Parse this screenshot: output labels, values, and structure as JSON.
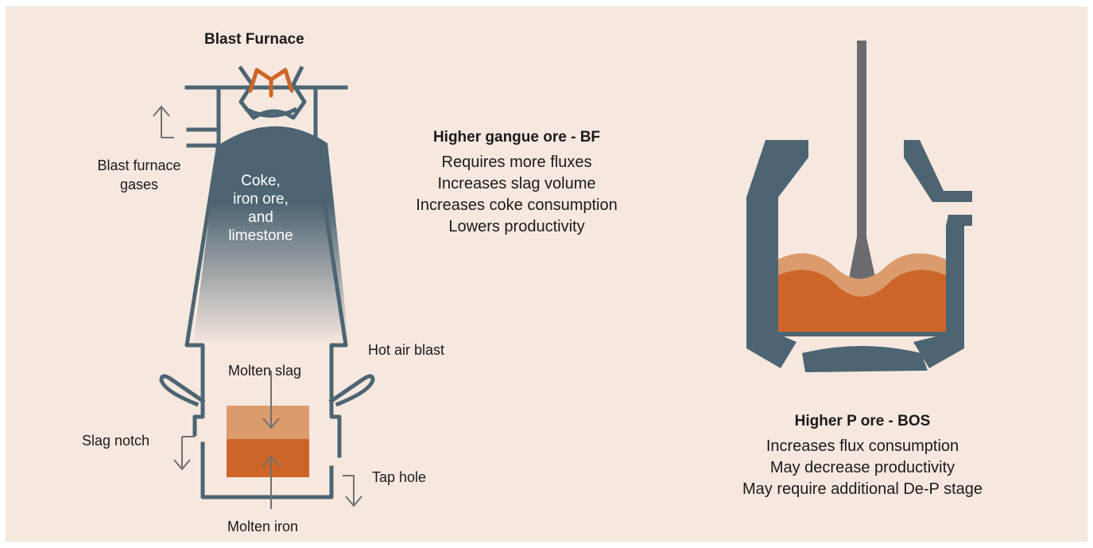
{
  "blast_furnace": {
    "title": "Blast Furnace",
    "burden_lines": [
      "Coke,",
      "iron ore,",
      "and",
      "limestone"
    ],
    "labels": {
      "gases": [
        "Blast furnace",
        "gases"
      ],
      "hot_air": "Hot air blast",
      "molten_slag": "Molten slag",
      "slag_notch": "Slag notch",
      "tap_hole": "Tap hole",
      "molten_iron": "Molten iron"
    }
  },
  "bf_effects": {
    "heading": "Higher gangue ore - BF",
    "lines": [
      "Requires more fluxes",
      "Increases slag volume",
      "Increases coke consumption",
      "Lowers productivity"
    ]
  },
  "bos_effects": {
    "heading": "Higher P ore - BOS",
    "lines": [
      "Increases flux consumption",
      "May decrease productivity",
      "May require additional De-P stage"
    ]
  },
  "colors": {
    "background": "#f6e8df",
    "steel": "#4d6472",
    "slag": "#dc9b6c",
    "iron": "#cd6528",
    "lance": "#6b6b6f",
    "arrow": "#707070"
  }
}
